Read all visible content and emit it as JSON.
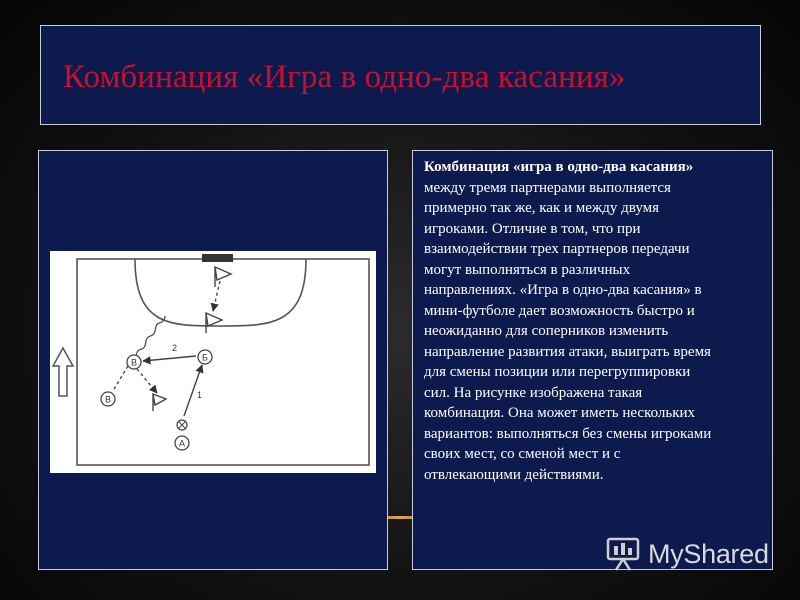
{
  "slide": {
    "title": "Комбинация «Игра в одно-два касания»",
    "body_bold": "Комбинация «игра в одно-два касания»",
    "body_text": "между тремя партнерами выполняется\nпримерно так же, как и между двумя\nигроками. Отличие в том, что при\nвзаимодействии трех партнеров передачи\nмогут выполняться в различных\nнаправлениях. «Игра в одно-два касания» в\nмини-футболе дает возможность быстро и\nнеожиданно для соперников изменить\nнаправление развития атаки, выиграть время\nдля смены позиции или перегруппировки\nсил. На рисунке изображена такая\nкомбинация. Она может иметь нескольких\nвариантов: выполняться без смены игроками\nсвоих мест, со сменой мест и с\nотвлекающими действиями."
  },
  "diagram": {
    "players": [
      {
        "label": "А"
      },
      {
        "label": "Б"
      },
      {
        "label": "В"
      },
      {
        "label": "В"
      }
    ],
    "pass_numbers": [
      "1",
      "2"
    ]
  },
  "watermark": {
    "text": "MyShared",
    "icon": "projector-screen-icon"
  }
}
